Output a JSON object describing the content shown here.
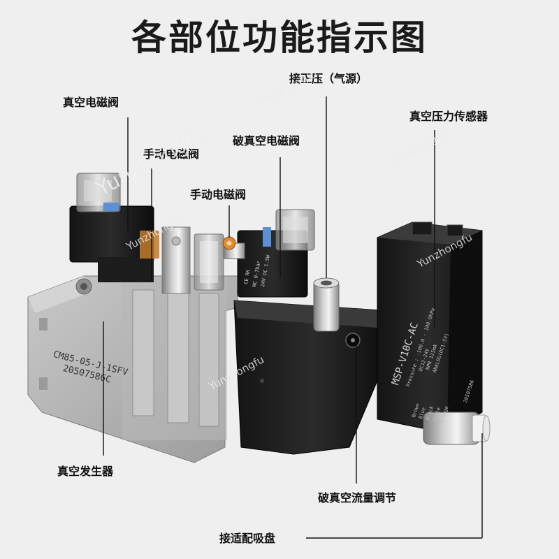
{
  "title": "各部位功能指示图",
  "labels": {
    "vacuum_solenoid": "真空电磁阀",
    "manual_solenoid_upper": "手动电磁阀",
    "manual_solenoid": "手动电磁阀",
    "break_vacuum_solenoid": "破真空电磁阀",
    "supply_pressure": "接正压（气源）",
    "vacuum_sensor": "真空压力传感器",
    "vacuum_generator": "真空发生器",
    "break_flow_adjust": "破真空流量调节",
    "suction_cup": "接适配吸盘"
  },
  "product_print": {
    "model": "CM85-05-J-1SFV",
    "serial": "20507586C"
  },
  "sensor_print": {
    "model": "MSP-V10C-AC",
    "range": "Pressure : -100.0 - 100.0kPa",
    "power": "DC12-24V",
    "output": "NPN 125mA",
    "analog": "ANALOG(DC1-5V)",
    "wires": [
      "Brown",
      "Blue",
      "Black",
      "White",
      "Orange"
    ],
    "date": "20507586"
  },
  "valve_print": {
    "line1": "24V DC 1.5W",
    "line2": "NC 0-7bar",
    "line3": "CE RK"
  },
  "watermark": "Yunzhongfu"
}
